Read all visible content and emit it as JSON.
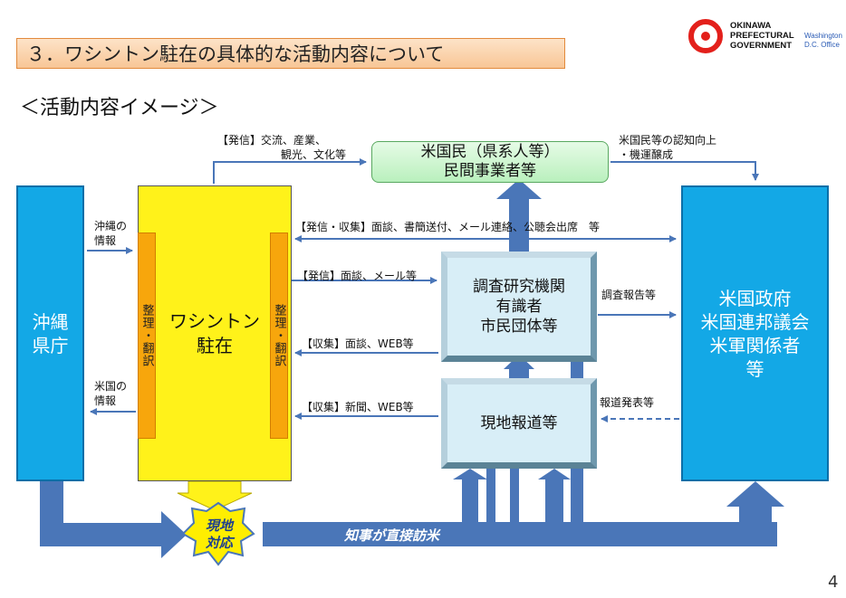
{
  "title": "３．ワシントン駐在の具体的な活動内容について",
  "subtitle": "＜活動内容イメージ＞",
  "logo": {
    "line1": "OKINAWA",
    "line2": "PREFECTURAL",
    "line3": "GOVERNMENT",
    "sub1": "Washington",
    "sub2": "D.C. Office"
  },
  "boxes": {
    "okinawa_pref": [
      "沖縄",
      "県庁"
    ],
    "dc_office": [
      "ワシントン",
      "駐在"
    ],
    "sort_translate": "整理・翻訳",
    "us_citizens": [
      "米国民（県系人等）",
      "民間事業者等"
    ],
    "research": [
      "調査研究機関",
      "有識者",
      "市民団体等"
    ],
    "local_media": "現地報道等",
    "us_gov": [
      "米国政府",
      "米国連邦議会",
      "米軍関係者",
      "等"
    ],
    "local_response": [
      "現地",
      "対応"
    ]
  },
  "labels": {
    "send_exchange": [
      "【発信】交流、産業、",
      "観光、文化等"
    ],
    "us_awareness": [
      "米国民等の認知向上",
      "・機運醸成"
    ],
    "okinawa_info": [
      "沖縄の",
      "情報"
    ],
    "us_info": [
      "米国の",
      "情報"
    ],
    "send_collect": "【発信・収集】面談、書簡送付、メール連絡、公聴会出席　等",
    "send_interview": "【発信】面談、メール等",
    "collect_interview": "【収集】面談、WEB等",
    "research_report": "調査報告等",
    "collect_news": "【収集】新聞、WEB等",
    "press_release": "報道発表等",
    "governor_visit": "知事が直接訪米"
  },
  "colors": {
    "arrow": "#4a76b8",
    "pref_blue": "#13a8e6",
    "dc_yellow": "#fff21a",
    "orange": "#f7a60c",
    "star": "#ffee00"
  },
  "page_number": "4"
}
